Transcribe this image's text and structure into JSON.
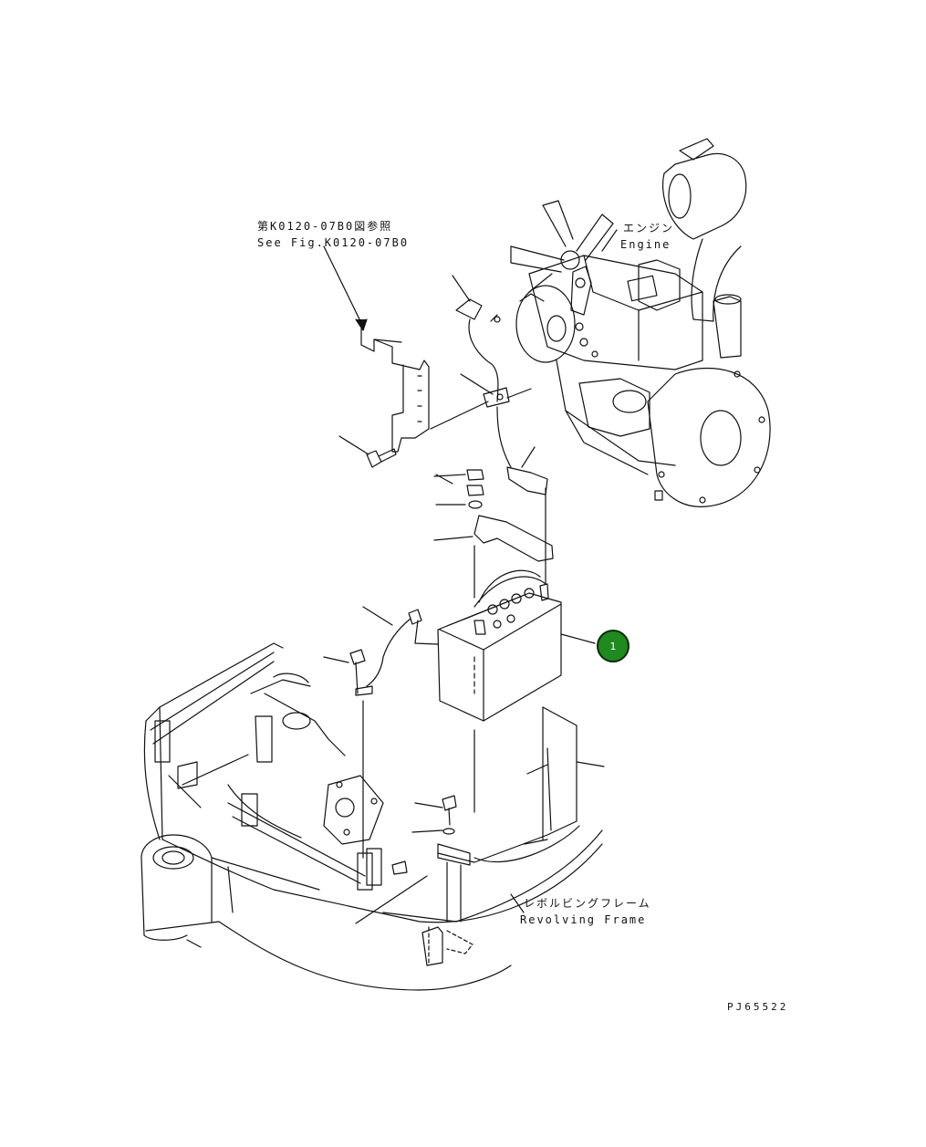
{
  "labels": {
    "ref_fig_jp": "第K0120-07B0図参照",
    "ref_fig_en": "See Fig.K0120-07B0",
    "engine_jp": "エンジン",
    "engine_en": "Engine",
    "frame_jp": "レボルビングフレーム",
    "frame_en": "Revolving Frame",
    "drawing_code": "PJ65522"
  },
  "callouts": [
    {
      "number": "1",
      "part": "battery"
    }
  ],
  "colors": {
    "line": "#111111",
    "callout_fill": "#1f8a1f",
    "callout_text": "#ffffff"
  }
}
